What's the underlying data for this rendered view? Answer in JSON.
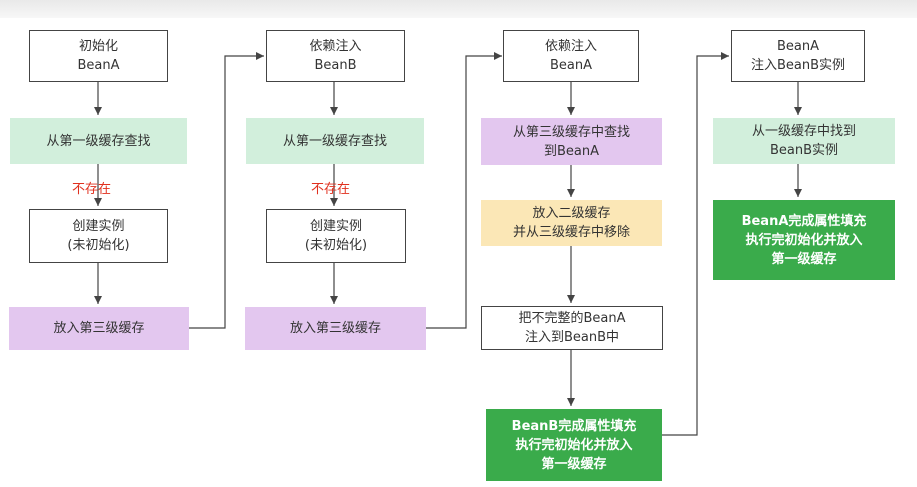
{
  "colors": {
    "white_box": "#ffffff",
    "green_box": "#d2efdc",
    "purple_box": "#e3c7ef",
    "yellow_box": "#fbe7b6",
    "dark_green_box": "#3aab4b",
    "label_red": "#e0301e",
    "line": "#444444"
  },
  "col1": {
    "init_line1": "初始化",
    "init_line2": "BeanA",
    "lookup_l1": "从第一级缓存查找",
    "not_exist": "不存在",
    "create_line1": "创建实例",
    "create_line2": "(未初始化)",
    "put_l3": "放入第三级缓存"
  },
  "col2": {
    "inject_line1": "依赖注入",
    "inject_line2": "BeanB",
    "lookup_l1": "从第一级缓存查找",
    "not_exist": "不存在",
    "create_line1": "创建实例",
    "create_line2": "(未初始化)",
    "put_l3": "放入第三级缓存"
  },
  "col3": {
    "inject_line1": "依赖注入",
    "inject_line2": "BeanA",
    "find_l3_line1": "从第三级缓存中查找",
    "find_l3_line2": "到BeanA",
    "put_l2_line1": "放入二级缓存",
    "put_l2_line2": "并从三级缓存中移除",
    "inject_incomplete_line1": "把不完整的BeanA",
    "inject_incomplete_line2": "注入到BeanB中",
    "beanb_done_line1": "BeanB完成属性填充",
    "beanb_done_line2": "执行完初始化并放入",
    "beanb_done_line3": "第一级缓存"
  },
  "col4": {
    "beana_inject_line1": "BeanA",
    "beana_inject_line2": "注入BeanB实例",
    "find_l1_line1": "从一级缓存中找到",
    "find_l1_line2": "BeanB实例",
    "beana_done_line1": "BeanA完成属性填充",
    "beana_done_line2": "执行完初始化并放入",
    "beana_done_line3": "第一级缓存"
  }
}
